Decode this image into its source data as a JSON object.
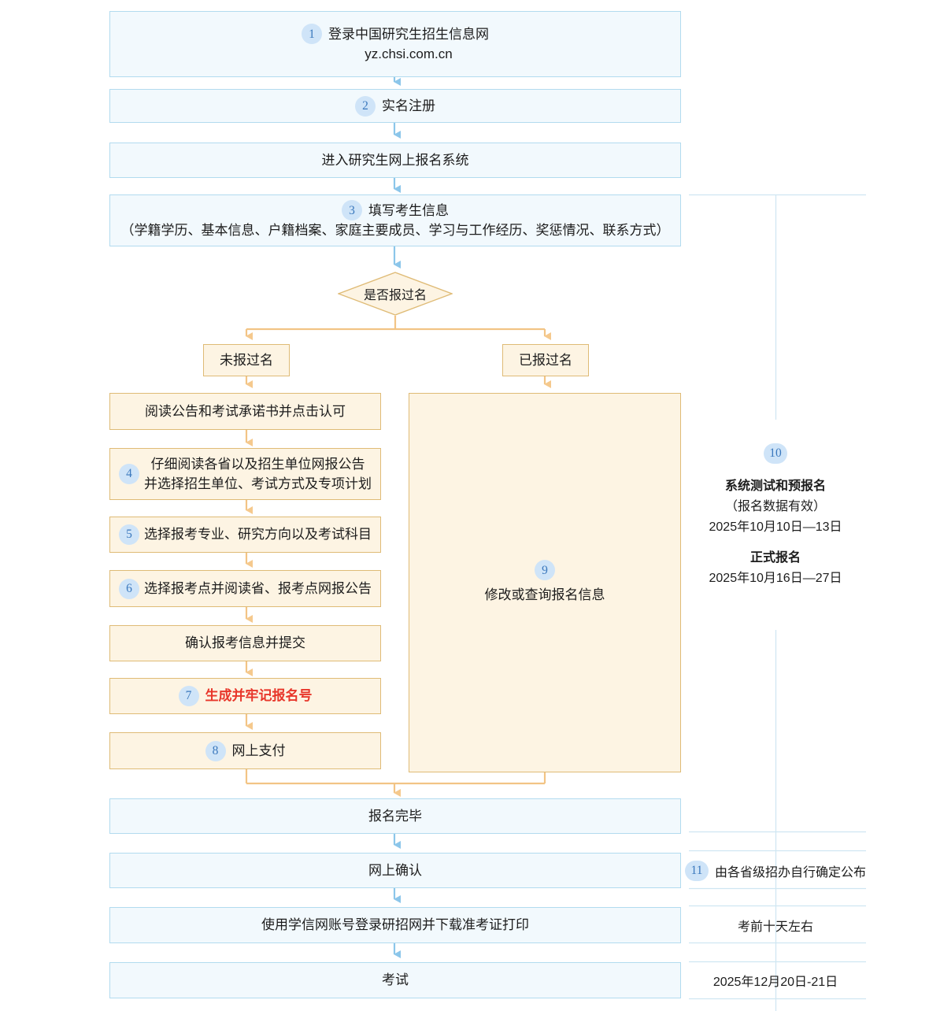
{
  "chart_data": {
    "type": "diagram",
    "title": "研究生网上报名流程图",
    "nodes": [
      {
        "id": 1,
        "num": "1",
        "shape": "process-blue",
        "text": "登录中国研究生招生信息网",
        "text2": "yz.chsi.com.cn"
      },
      {
        "id": 2,
        "num": "2",
        "shape": "process-blue",
        "text": "实名注册"
      },
      {
        "id": 3,
        "num": "",
        "shape": "process-blue",
        "text": "进入研究生网上报名系统"
      },
      {
        "id": 4,
        "num": "3",
        "shape": "process-blue",
        "text": "填写考生信息",
        "text2": "（学籍学历、基本信息、户籍档案、家庭主要成员、学习与工作经历、奖惩情况、联系方式）"
      },
      {
        "id": 5,
        "num": "",
        "shape": "decision",
        "text": "是否报过名"
      },
      {
        "id": 6,
        "num": "",
        "shape": "branch",
        "text": "未报过名"
      },
      {
        "id": 7,
        "num": "",
        "shape": "branch",
        "text": "已报过名"
      },
      {
        "id": 8,
        "num": "",
        "shape": "process-orange",
        "text": "阅读公告和考试承诺书并点击认可"
      },
      {
        "id": 9,
        "num": "4",
        "shape": "process-orange",
        "text": "仔细阅读各省以及招生单位网报公告",
        "text2": "并选择招生单位、考试方式及专项计划"
      },
      {
        "id": 10,
        "num": "5",
        "shape": "process-orange",
        "text": "选择报考专业、研究方向以及考试科目"
      },
      {
        "id": 11,
        "num": "6",
        "shape": "process-orange",
        "text": "选择报考点并阅读省、报考点网报公告"
      },
      {
        "id": 12,
        "num": "",
        "shape": "process-orange",
        "text": "确认报考信息并提交"
      },
      {
        "id": 13,
        "num": "7",
        "shape": "process-orange",
        "text": "生成并牢记报名号",
        "emphasis": "red-bold"
      },
      {
        "id": 14,
        "num": "8",
        "shape": "process-orange",
        "text": "网上支付"
      },
      {
        "id": 15,
        "num": "9",
        "shape": "process-orange-tall",
        "text": "修改或查询报名信息"
      },
      {
        "id": 16,
        "num": "",
        "shape": "process-blue",
        "text": "报名完毕"
      },
      {
        "id": 17,
        "num": "",
        "shape": "process-blue",
        "text": "网上确认"
      },
      {
        "id": 18,
        "num": "",
        "shape": "process-blue",
        "text": "使用学信网账号登录研招网并下载准考证打印"
      },
      {
        "id": 19,
        "num": "",
        "shape": "process-blue",
        "text": "考试"
      }
    ],
    "timeline": [
      {
        "num": "10",
        "lines": [
          "系统测试和预报名",
          "（报名数据有效）",
          "2025年10月10日—13日",
          "正式报名",
          "2025年10月16日—27日"
        ]
      },
      {
        "num": "11",
        "lines": [
          "由各省级招办自行确定公布"
        ]
      },
      {
        "num": "",
        "lines": [
          "考前十天左右"
        ]
      },
      {
        "num": "",
        "lines": [
          "2025年12月20日-21日"
        ]
      }
    ],
    "colors": {
      "blue_fill": "#f2f9fd",
      "blue_border": "#b2dbef",
      "blue_arrow": "#8cc6ea",
      "orange_fill": "#fdf4e3",
      "orange_border": "#dfbb76",
      "orange_arrow": "#f5c98d",
      "badge_fill": "#cfe4f8",
      "badge_text": "#3a78bd",
      "emphasis_red": "#e8362a"
    }
  },
  "flow": {
    "step1": {
      "badge": "1",
      "line1": "登录中国研究生招生信息网",
      "line2": "yz.chsi.com.cn"
    },
    "step2": {
      "badge": "2",
      "label": "实名注册"
    },
    "step3": {
      "label": "进入研究生网上报名系统"
    },
    "step4": {
      "badge": "3",
      "line1": "填写考生信息",
      "line2": "（学籍学历、基本信息、户籍档案、家庭主要成员、学习与工作经历、奖惩情况、联系方式）"
    },
    "decision": {
      "label": "是否报过名"
    },
    "branch_left": {
      "label": "未报过名"
    },
    "branch_right": {
      "label": "已报过名"
    },
    "left_chain": {
      "read_notice": {
        "label": "阅读公告和考试承诺书并点击认可"
      },
      "step_4": {
        "badge": "4",
        "line1": "仔细阅读各省以及招生单位网报公告",
        "line2": "并选择招生单位、考试方式及专项计划"
      },
      "step_5": {
        "badge": "5",
        "label": "选择报考专业、研究方向以及考试科目"
      },
      "step_6": {
        "badge": "6",
        "label": "选择报考点并阅读省、报考点网报公告"
      },
      "confirm": {
        "label": "确认报考信息并提交"
      },
      "step_7": {
        "badge": "7",
        "label": "生成并牢记报名号"
      },
      "step_8": {
        "badge": "8",
        "label": "网上支付"
      }
    },
    "right_chain": {
      "step_9": {
        "badge": "9",
        "label": "修改或查询报名信息"
      }
    },
    "tail": {
      "done": {
        "label": "报名完毕"
      },
      "online_confirm": {
        "label": "网上确认"
      },
      "download_ticket": {
        "label": "使用学信网账号登录研招网并下载准考证打印"
      },
      "exam": {
        "label": "考试"
      }
    }
  },
  "timeline": {
    "block10": {
      "badge": "10",
      "title1": "系统测试和预报名",
      "sub1": "（报名数据有效）",
      "date1": "2025年10月10日—13日",
      "title2": "正式报名",
      "date2": "2025年10月16日—27日"
    },
    "block11": {
      "badge": "11",
      "label": "由各省级招办自行确定公布"
    },
    "block_ticket": {
      "label": "考前十天左右"
    },
    "block_exam": {
      "label": "2025年12月20日-21日"
    }
  }
}
